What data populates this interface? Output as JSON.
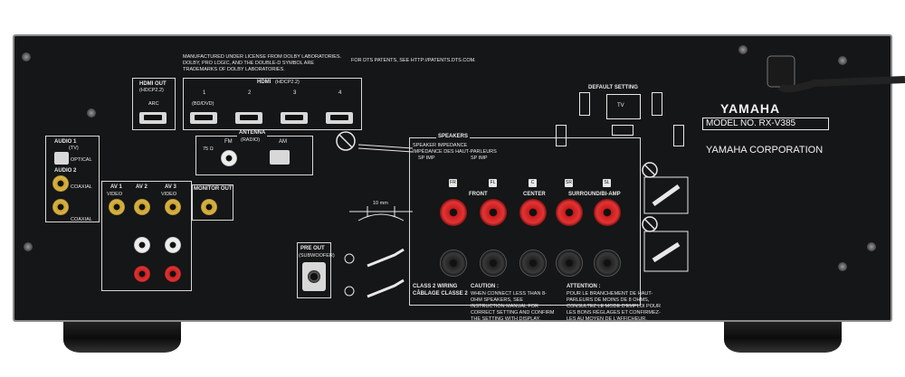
{
  "brand": {
    "logo": "YAMAHA",
    "model": "MODEL NO.  RX-V385",
    "corporation": "YAMAHA CORPORATION"
  },
  "license": {
    "dolby": "MANUFACTURED UNDER LICENSE FROM DOLBY LABORATORIES. DOLBY, PRO LOGIC, AND THE DOUBLE-D SYMBOL ARE TRADEMARKS OF DOLBY LABORATORIES.",
    "dts": "FOR DTS PATENTS, SEE HTTP://PATENTS.DTS.COM."
  },
  "hdmi_out": {
    "label": "HDMI OUT",
    "sub": "(HDCP2.2)",
    "arc": "ARC"
  },
  "hdmi_in": {
    "label": "HDMI",
    "sub": "(HDCP2.2)",
    "ports": [
      "1",
      "2",
      "3",
      "4"
    ],
    "port1_sub": "(BD/DVD)"
  },
  "antenna": {
    "label": "ANTENNA",
    "sub": "(RADIO)",
    "fm": "FM",
    "am": "AM",
    "ohm": "75 Ω"
  },
  "inputs": {
    "audio1": "AUDIO 1",
    "audio1_sub": "(TV)",
    "optical": "OPTICAL",
    "audio2": "AUDIO 2",
    "coaxial": "COAXIAL",
    "coaxial2": "COAXIAL",
    "av1": "AV 1",
    "av2": "AV 2",
    "av3": "AV 3",
    "video": "VIDEO",
    "monitor_out": "MONITOR OUT"
  },
  "pre_out": {
    "label": "PRE OUT",
    "sub": "(SUBWOOFER)"
  },
  "speakers": {
    "title": "SPEAKERS",
    "impedance": "SPEAKER IMPEDANCE",
    "impedance_fr": "IMPÉDANCE DES HAUT-PARLEURS",
    "sp_imp": "SP IMP",
    "front": "FRONT",
    "center": "CENTER",
    "surround": "SURROUND/BI-AMP",
    "labels": [
      "FR",
      "FL",
      "C",
      "SR",
      "SL"
    ],
    "class2": "CLASS 2 WIRING",
    "class2_fr": "CÂBLAGE CLASSE 2",
    "caution_title": "CAUTION :",
    "caution": "WHEN CONNECT LESS THAN 8-OHM SPEAKERS, SEE INSTRUCTION MANUAL FOR CORRECT SETTING AND CONFIRM THE SETTING WITH DISPLAY.",
    "attention_title": "ATTENTION :",
    "attention": "POUR LE BRANCHEMENT DE HAUT-PARLEURS DE MOINS DE 8 OHMS, CONSULTEZ LE MODE D'EMPLOI POUR LES BONS RÉGLAGES ET CONFIRMEZ-LES AU MOYEN DE L'AFFICHEUR."
  },
  "default_setting": {
    "label": "DEFAULT SETTING",
    "tv": "TV"
  },
  "strip": {
    "length": "10 mm"
  }
}
